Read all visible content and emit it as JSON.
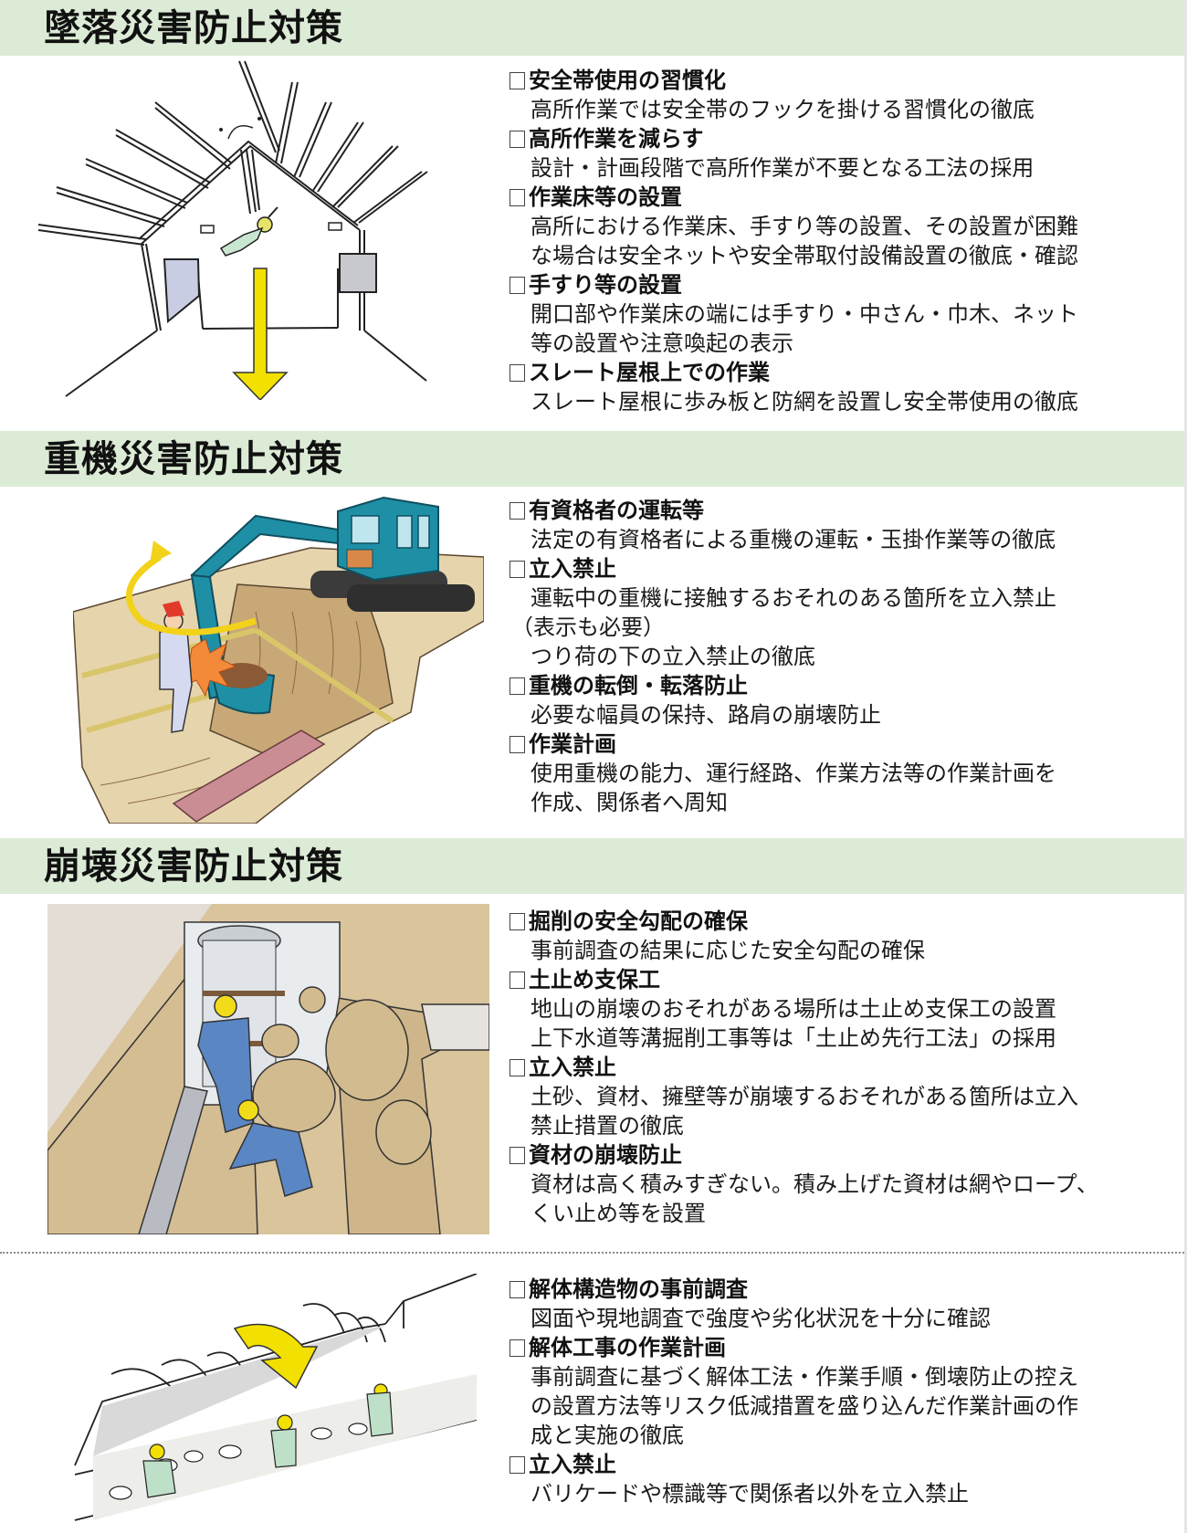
{
  "sections": [
    {
      "title": "墜落災害防止対策",
      "illustration": "falling-through-roof-illustration",
      "items": [
        {
          "head": "安全帯使用の習慣化",
          "lines": [
            "高所作業では安全帯のフックを掛ける習慣化の徹底"
          ]
        },
        {
          "head": "高所作業を減らす",
          "lines": [
            "設計・計画段階で高所作業が不要となる工法の採用"
          ]
        },
        {
          "head": "作業床等の設置",
          "lines": [
            "高所における作業床、手すり等の設置、その設置が困難",
            "な場合は安全ネットや安全帯取付設備設置の徹底・確認"
          ]
        },
        {
          "head": "手すり等の設置",
          "lines": [
            "開口部や作業床の端には手すり・中さん・巾木、ネット",
            "等の設置や注意喚起の表示"
          ]
        },
        {
          "head": "スレート屋根上での作業",
          "lines": [
            "スレート屋根に歩み板と防網を設置し安全帯使用の徹底"
          ]
        }
      ]
    },
    {
      "title": "重機災害防止対策",
      "illustration": "excavator-trench-accident-illustration",
      "items": [
        {
          "head": "有資格者の運転等",
          "lines": [
            "法定の有資格者による重機の運転・玉掛作業等の徹底"
          ]
        },
        {
          "head": "立入禁止",
          "lines": [
            "運転中の重機に接触するおそれのある箇所を立入禁止",
            "（表示も必要）",
            "つり荷の下の立入禁止の徹底"
          ]
        },
        {
          "head": "重機の転倒・転落防止",
          "lines": [
            "必要な幅員の保持、路肩の崩壊防止"
          ]
        },
        {
          "head": "作業計画",
          "lines": [
            "使用重機の能力、運行経路、作業方法等の作業計画を",
            "作成、関係者へ周知"
          ]
        }
      ]
    },
    {
      "title": "崩壊災害防止対策",
      "illustration": "trench-collapse-illustration",
      "items": [
        {
          "head": "掘削の安全勾配の確保",
          "lines": [
            "事前調査の結果に応じた安全勾配の確保"
          ]
        },
        {
          "head": "土止め支保工",
          "lines": [
            "地山の崩壊のおそれがある場所は土止め支保工の設置",
            "上下水道等溝掘削工事等は「土止め先行工法」の採用"
          ]
        },
        {
          "head": "立入禁止",
          "lines": [
            "土砂、資材、擁壁等が崩壊するおそれがある箇所は立入",
            "禁止措置の徹底"
          ]
        },
        {
          "head": "資材の崩壊防止",
          "lines": [
            "資材は高く積みすぎない。積み上げた資材は網やロープ、",
            "くい止め等を設置"
          ]
        }
      ]
    },
    {
      "title": "",
      "illustration": "wall-demolition-illustration",
      "items": [
        {
          "head": "解体構造物の事前調査",
          "lines": [
            "図面や現地調査で強度や劣化状況を十分に確認"
          ]
        },
        {
          "head": "解体工事の作業計画",
          "lines": [
            "事前調査に基づく解体工法・作業手順・倒壊防止の控え",
            "の設置方法等リスク低減措置を盛り込んだ作業計画の作",
            "成と実施の徹底"
          ]
        },
        {
          "head": "立入禁止",
          "lines": [
            "バリケードや標識等で関係者以外を立入禁止"
          ]
        }
      ]
    }
  ],
  "colors": {
    "header_band": "#dcebd6",
    "arrow_yellow": "#f2e000",
    "excavator_teal": "#1f8fa6",
    "soil_tan": "#d8c39a",
    "worker_blue": "#5a86c4",
    "worker_green": "#bfe0c8"
  }
}
